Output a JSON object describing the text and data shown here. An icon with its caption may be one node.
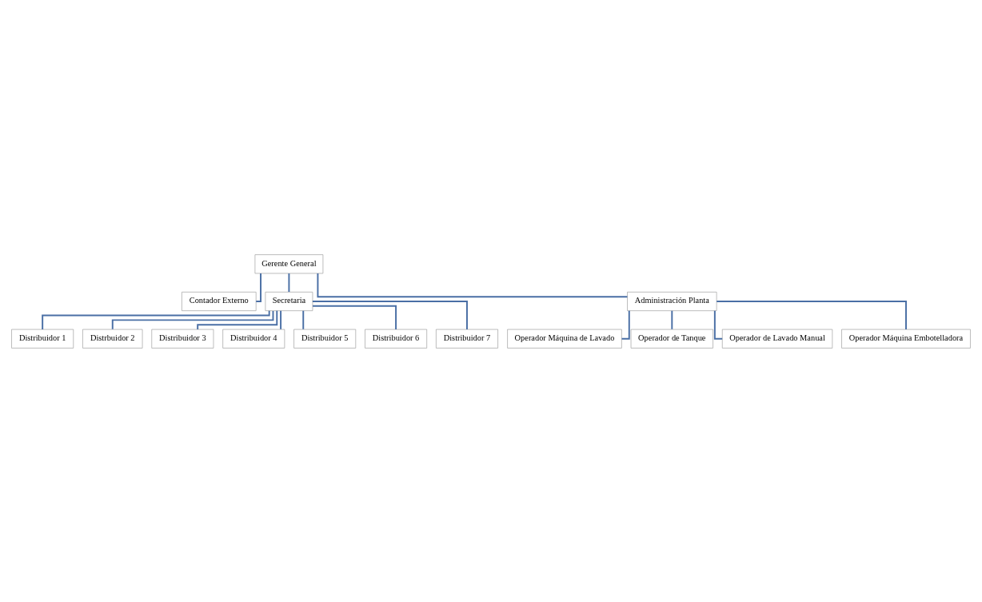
{
  "diagram": {
    "nodes": [
      {
        "text": [
          "Gerente General"
        ]
      },
      {
        "text": [
          "Contador Externo"
        ]
      },
      {
        "text": [
          "Secretaria"
        ]
      },
      {
        "text": [
          "Administración Planta"
        ]
      },
      {
        "text": [
          "Distribuidor 1"
        ]
      },
      {
        "text": [
          "Distrbuidor 2"
        ]
      },
      {
        "text": [
          "Distribuidor 3"
        ]
      },
      {
        "text": [
          "Distribuidor 4"
        ]
      },
      {
        "text": [
          "Distribuidor 5"
        ]
      },
      {
        "text": [
          "Distribuidor 6"
        ]
      },
      {
        "text": [
          "Distribuidor 7"
        ]
      },
      {
        "text": [
          "Operador Máquina de Lavado"
        ]
      },
      {
        "text": [
          "Operador de Tanque"
        ]
      },
      {
        "text": [
          "Operador de Lavado Manual"
        ]
      },
      {
        "text": [
          "Operador Máquina Embotelladora"
        ]
      }
    ],
    "edges": [
      {
        "from": 0,
        "to": 1,
        "arrow": "none"
      },
      {
        "from": 0,
        "to": 2,
        "arrow": "none"
      },
      {
        "from": 0,
        "to": 3,
        "arrow": "none"
      },
      {
        "from": 2,
        "to": 4,
        "arrow": "none"
      },
      {
        "from": 2,
        "to": 5,
        "arrow": "none"
      },
      {
        "from": 2,
        "to": 6,
        "arrow": "none"
      },
      {
        "from": 2,
        "to": 7,
        "arrow": "none"
      },
      {
        "from": 2,
        "to": 8,
        "arrow": "none"
      },
      {
        "from": 2,
        "to": 9,
        "arrow": "none"
      },
      {
        "from": 2,
        "to": 10,
        "arrow": "none"
      },
      {
        "from": 3,
        "to": 11,
        "arrow": "none"
      },
      {
        "from": 3,
        "to": 12,
        "arrow": "none"
      },
      {
        "from": 3,
        "to": 13,
        "arrow": "none"
      },
      {
        "from": 3,
        "to": 14,
        "arrow": "none"
      }
    ]
  }
}
